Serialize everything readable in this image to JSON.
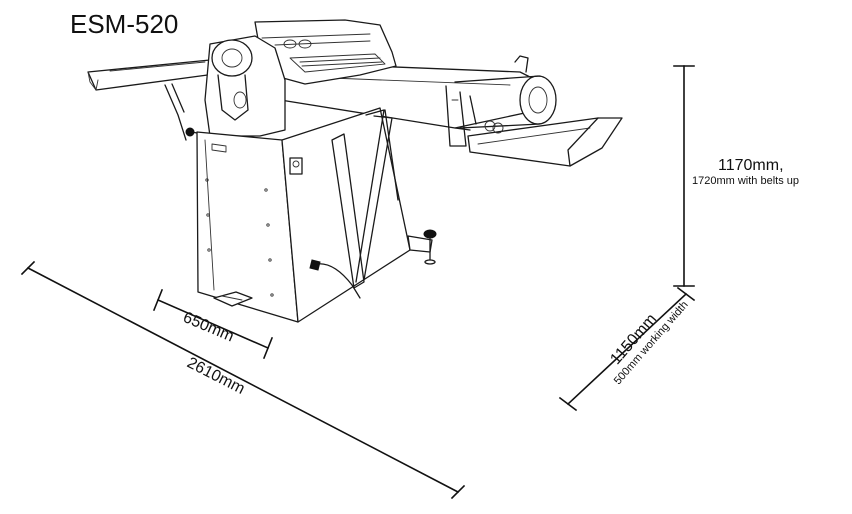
{
  "title": "ESM-520",
  "dimensions": {
    "height_main": "1170mm,",
    "height_sub": "1720mm with belts up",
    "depth_main": "1150mm",
    "depth_sub": "500mm working width",
    "width": "650mm",
    "length": "2610mm"
  },
  "colors": {
    "line": "#1a1a1a",
    "background": "#ffffff"
  }
}
